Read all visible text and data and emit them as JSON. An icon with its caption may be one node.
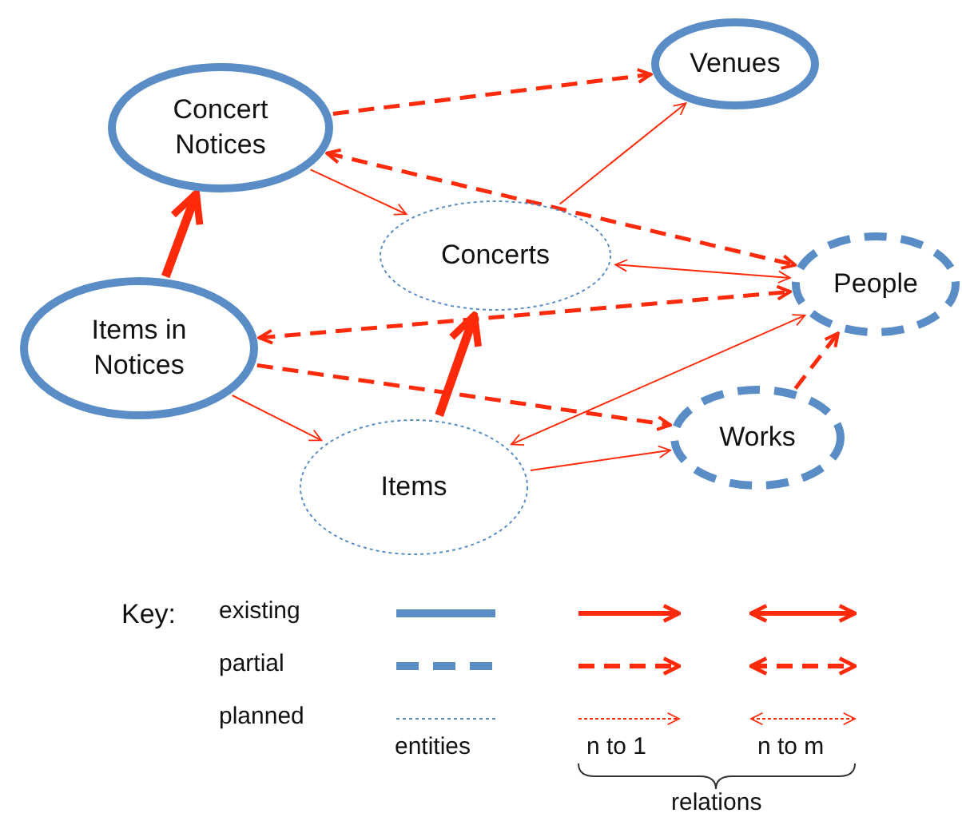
{
  "diagram": {
    "nodes": [
      {
        "text": [
          "Concert Notices"
        ]
      },
      {
        "text": [
          "Venues"
        ]
      },
      {
        "text": [
          "Concerts"
        ]
      },
      {
        "text": [
          "People"
        ]
      },
      {
        "text": [
          "Items in Notices"
        ]
      },
      {
        "text": [
          "Works"
        ]
      },
      {
        "text": [
          "Items"
        ]
      }
    ],
    "edges": [
      {
        "from": 4,
        "to": 0,
        "arrow": "to",
        "style": "thick"
      },
      {
        "from": 0,
        "to": 1,
        "arrow": "to",
        "style": "dashed"
      },
      {
        "from": 0,
        "to": 3,
        "arrow": "both",
        "style": "dashed"
      },
      {
        "from": 0,
        "to": 2,
        "arrow": "to"
      },
      {
        "from": 2,
        "to": 1,
        "arrow": "to"
      },
      {
        "from": 2,
        "to": 3,
        "arrow": "both"
      },
      {
        "from": 4,
        "to": 3,
        "arrow": "both",
        "style": "dashed"
      },
      {
        "from": 4,
        "to": 5,
        "arrow": "to",
        "style": "dashed"
      },
      {
        "from": 4,
        "to": 6,
        "arrow": "to"
      },
      {
        "from": 6,
        "to": 2,
        "arrow": "to",
        "style": "thick"
      },
      {
        "from": 6,
        "to": 5,
        "arrow": "to"
      },
      {
        "from": 6,
        "to": 3,
        "arrow": "both"
      },
      {
        "from": 5,
        "to": 3,
        "arrow": "to",
        "style": "dashed"
      }
    ],
    "labels": [
      "Key:",
      "entities",
      "n to 1",
      "n to m",
      "relations"
    ],
    "legend": [
      {
        "text": "existing"
      },
      {
        "text": "partial"
      },
      {
        "text": "planned"
      }
    ]
  }
}
